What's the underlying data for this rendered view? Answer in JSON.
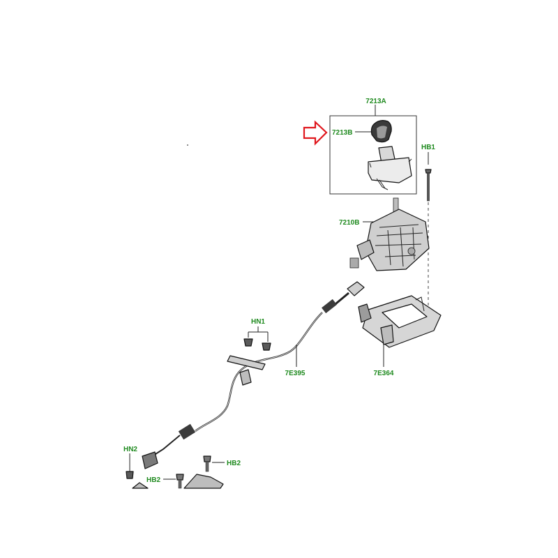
{
  "diagram": {
    "label_color": "#1f8a1f",
    "highlight_color": "#e0161c",
    "labels": {
      "gear_shift_assembly": "7213A",
      "gear_knob": "7213B",
      "bolt_hb1": "HB1",
      "selector_housing": "7210B",
      "mounting_bracket": "7E364",
      "shift_cable": "7E395",
      "clip_hn1": "HN1",
      "clip_hn2": "HN2",
      "bolt_hb2_right": "HB2",
      "bolt_hb2_left": "HB2"
    },
    "highlighted_part": "7213B",
    "highlight_icon": "right-arrow-outline-icon"
  }
}
